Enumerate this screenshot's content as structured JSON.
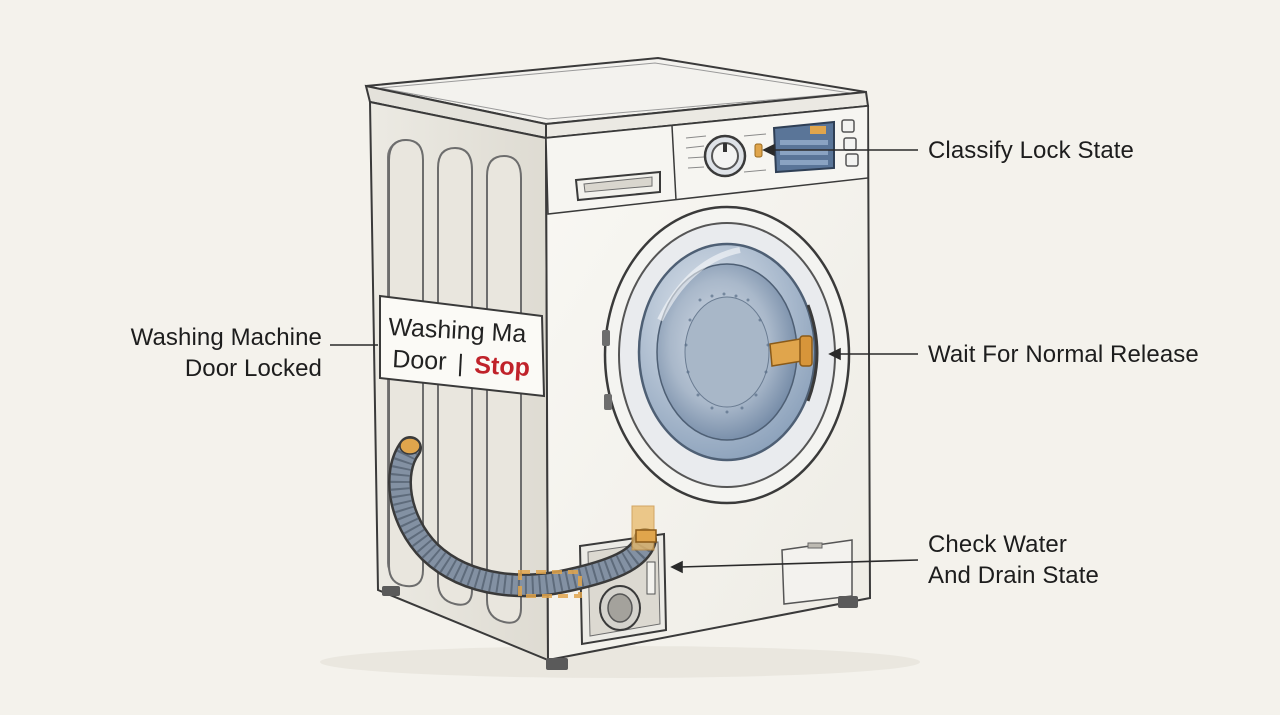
{
  "callouts": {
    "left_label": {
      "line1": "Washing Machine",
      "line2": "Door Locked"
    },
    "classify": "Classify Lock State",
    "wait": "Wait For Normal Release",
    "check": {
      "line1": "Check Water",
      "line2": "And Drain State"
    }
  },
  "sign": {
    "line1": "Washing Ma",
    "line2_prefix": "Door",
    "separator": "|",
    "stop": "Stop"
  },
  "icons": [
    "washing-machine-icon",
    "control-knob-icon",
    "door-lock-icon",
    "drain-hose-icon",
    "drain-filter-icon"
  ],
  "colors": {
    "background": "#f4f2ec",
    "line": "#3a3a3a",
    "accent_orange": "#e0a54c",
    "stop_red": "#c0222a",
    "drum_blue": "#7c93b0",
    "display_blue": "#5a7598"
  }
}
